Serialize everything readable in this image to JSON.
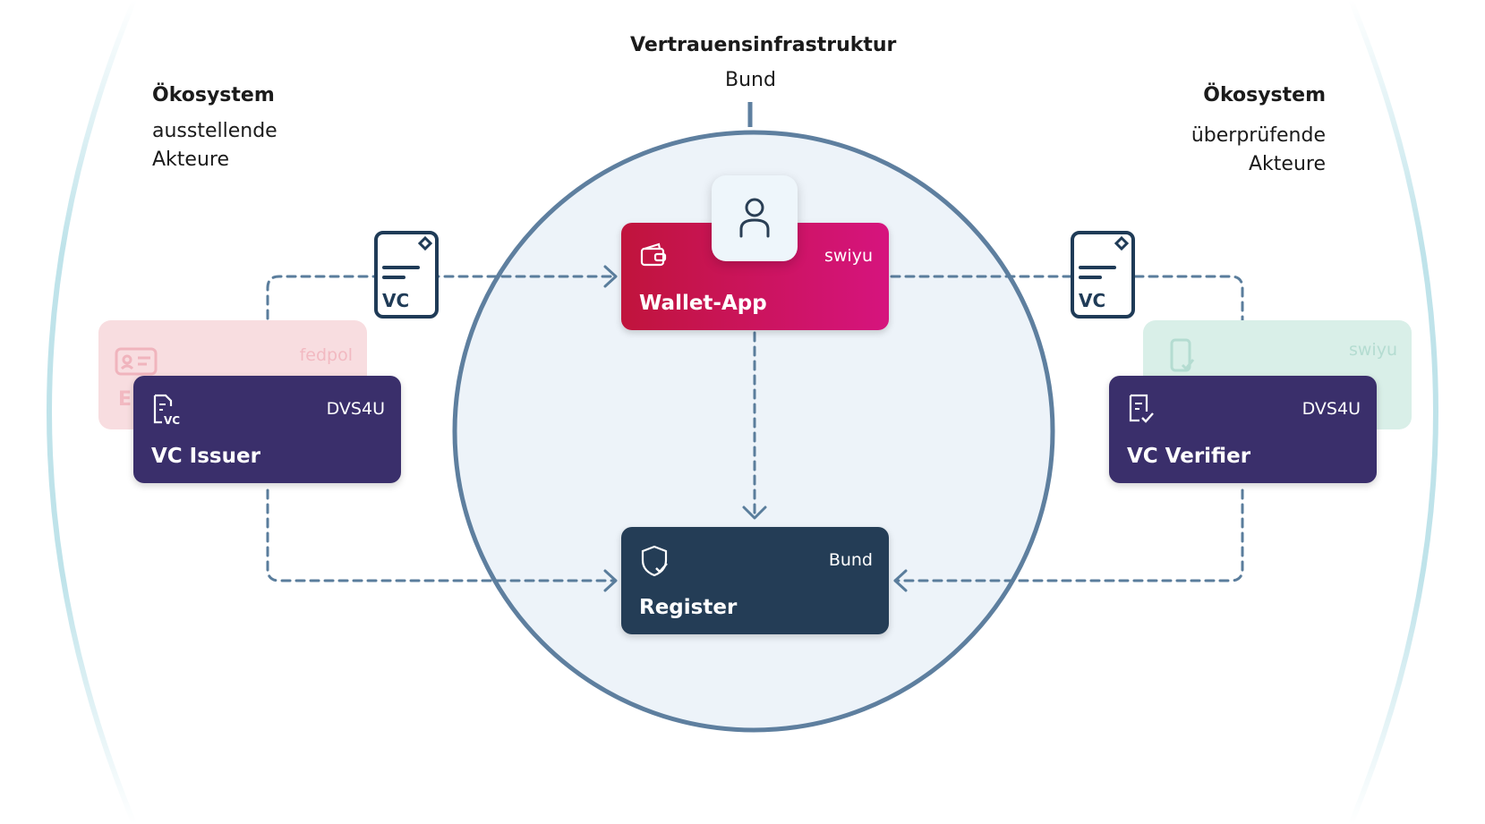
{
  "top": {
    "heading": "Vertrauensinfrastruktur",
    "subheading": "Bund"
  },
  "left": {
    "heading": "Ökosystem",
    "lines": [
      "ausstellende",
      "Akteure"
    ]
  },
  "right": {
    "heading": "Ökosystem",
    "lines": [
      "überprüfende",
      "Akteure"
    ]
  },
  "cards": {
    "wallet": {
      "title": "Wallet-App",
      "badge": "swiyu",
      "icon": "wallet-icon",
      "color_start": "#c0143c",
      "color_end": "#d6147e"
    },
    "issuer": {
      "title": "VC Issuer",
      "badge": "DVS4U",
      "icon": "document-vc-icon",
      "color": "#3a2f6b"
    },
    "verifier": {
      "title": "VC Verifier",
      "badge": "DVS4U",
      "icon": "document-check-icon",
      "color": "#3a2f6b"
    },
    "register": {
      "title": "Register",
      "badge": "Bund",
      "icon": "shield-check-icon",
      "color": "#243d56"
    }
  },
  "ghost_cards": {
    "fedpol": {
      "badge": "fedpol",
      "letter": "E",
      "icon": "id-card-icon",
      "color": "#f8dde0"
    },
    "swiyu_verifier": {
      "badge": "swiyu",
      "icon": "phone-check-icon",
      "color": "#d9efe8"
    }
  },
  "credential_label": "VC",
  "colors": {
    "circle_fill": "#edf3f9",
    "circle_stroke": "#5e7f9f",
    "arrow": "#5a7d9c",
    "outer_arc": "#bfe3ea",
    "doc_outline": "#1f3b57"
  }
}
